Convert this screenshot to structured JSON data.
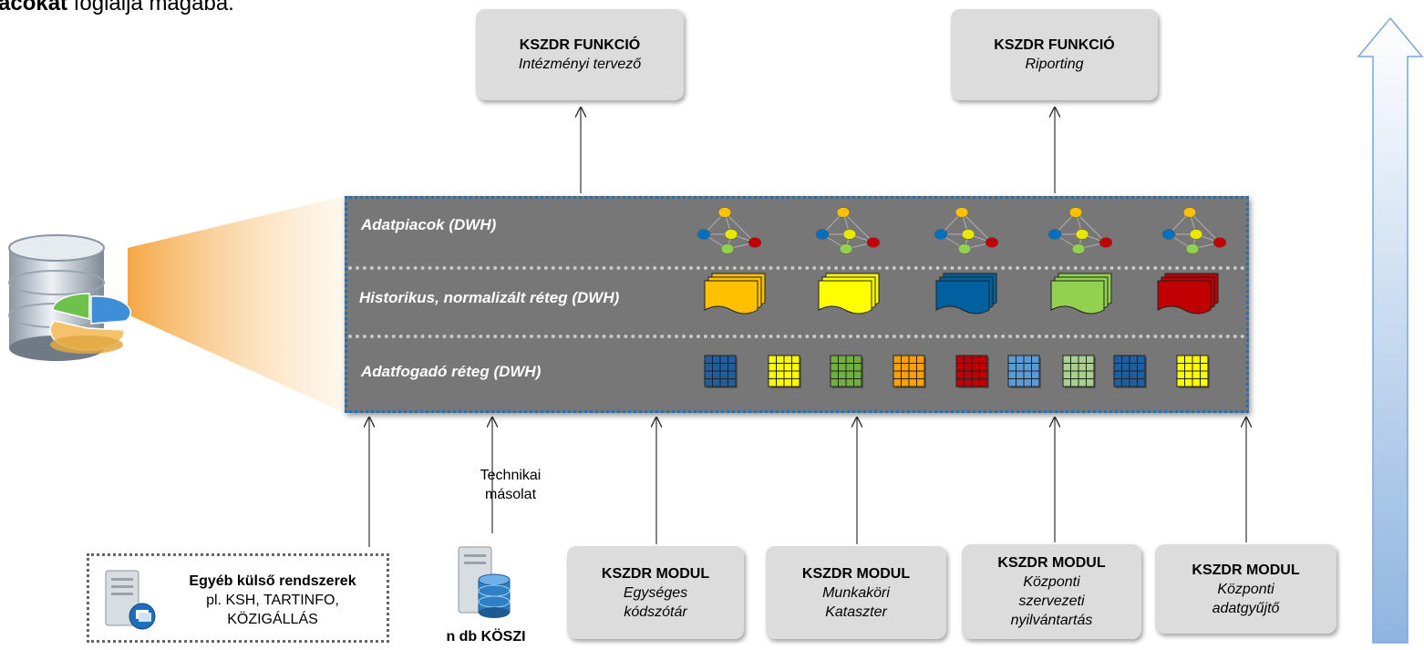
{
  "top_text": {
    "bold": "acokat",
    "rest": " foglalja magába."
  },
  "top_boxes": [
    {
      "title": "KSZDR FUNKCIÓ",
      "subtitle": "Intézményi tervező"
    },
    {
      "title": "KSZDR FUNKCIÓ",
      "subtitle": "Riporting"
    }
  ],
  "layers": {
    "marts": "Adatpiacok (DWH)",
    "historic": "Historikus, normalizált réteg (DWH)",
    "staging": "Adatfogadó réteg (DWH)"
  },
  "mart_colors": [
    "#ffc000",
    "#0070c0",
    "#e8e800",
    "#c00000",
    "#92d050"
  ],
  "historic_colors": [
    "#ffc000",
    "#ffff00",
    "#0060a0",
    "#92d050",
    "#c00000"
  ],
  "grid_colors": [
    "#1f5f9f",
    "#ffff00",
    "#70b040",
    "#ffa000",
    "#c00000",
    "#5b9bd5",
    "#a9d08e",
    "#1f5f9f",
    "#ffff00"
  ],
  "external": {
    "title": "Egyéb külső rendszerek",
    "line1": "pl. KSH, TARTINFO,",
    "line2": "KÖZIGÁLLÁS"
  },
  "tech_copy": {
    "line1": "Technikai",
    "line2": "másolat"
  },
  "koszi": "n db KÖSZI",
  "modules": [
    {
      "title": "KSZDR MODUL",
      "line1": "Egységes",
      "line2": "kódszótár"
    },
    {
      "title": "KSZDR MODUL",
      "line1": "Munkaköri",
      "line2": "Kataszter"
    },
    {
      "title": "KSZDR MODUL",
      "line1": "Központi",
      "line2": "szervezeti",
      "line3": "nyilvántartás"
    },
    {
      "title": "KSZDR MODUL",
      "line1": "Központi",
      "line2": "adatgyűjtő"
    }
  ],
  "icons": [
    "database-icon",
    "server-icon",
    "server-database-icon"
  ],
  "big_arrow_color": "#9cbfe6"
}
